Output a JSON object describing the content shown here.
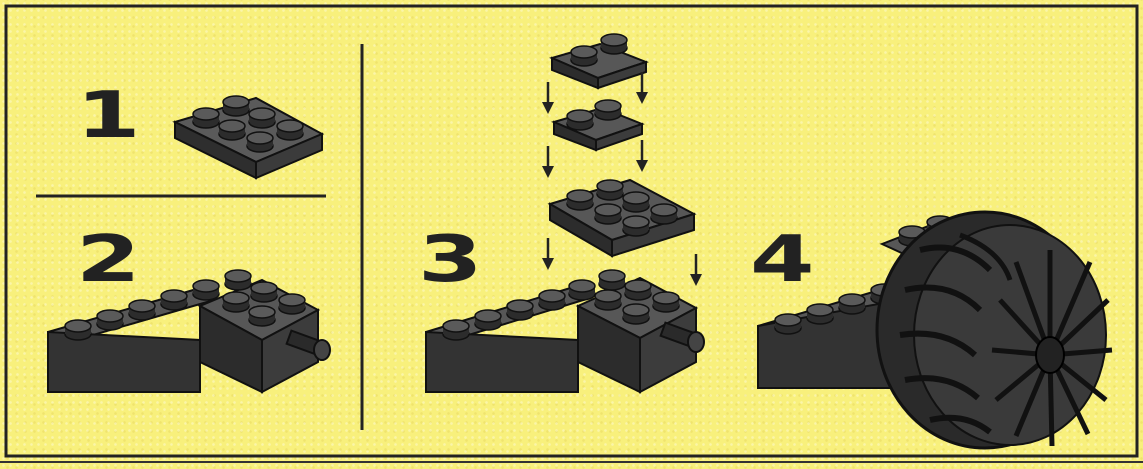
{
  "steps": [
    {
      "number": "1"
    },
    {
      "number": "2"
    },
    {
      "number": "3"
    },
    {
      "number": "4"
    }
  ],
  "colors": {
    "background": "#f8f07c",
    "brick": "#3a3a3a",
    "brick_top": "#565656",
    "outline": "#111111",
    "rule": "#222222"
  }
}
